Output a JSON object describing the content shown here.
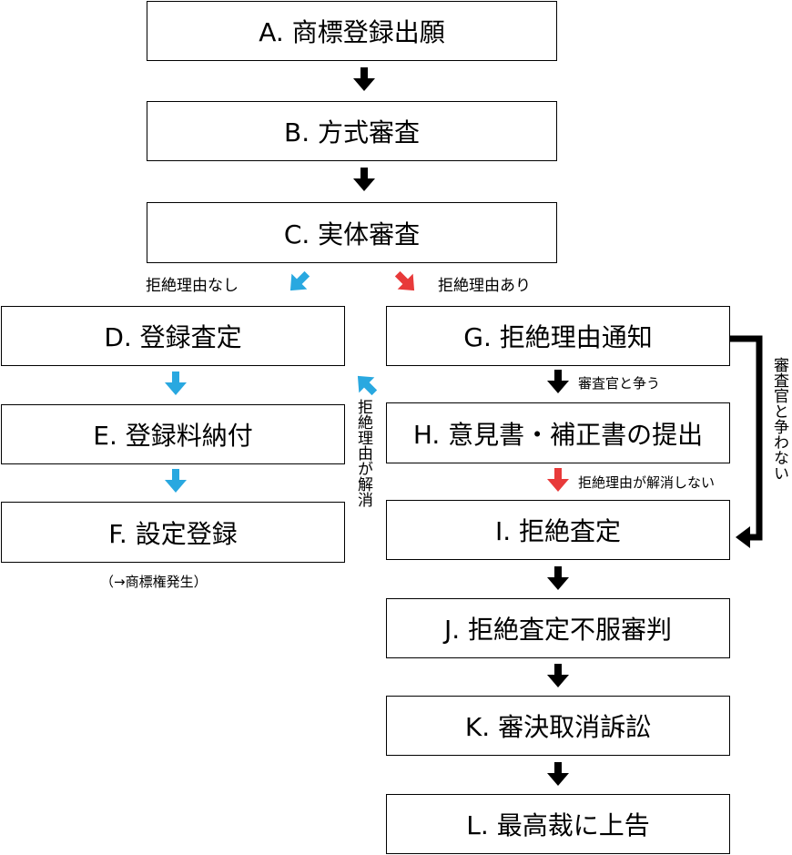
{
  "boxes": {
    "a": "A. 商標登録出願",
    "b": "B. 方式審査",
    "c": "C. 実体審査",
    "d": "D. 登録査定",
    "e": "E. 登録料納付",
    "f": "F. 設定登録",
    "g": "G. 拒絶理由通知",
    "h": "H. 意見書・補正書の提出",
    "i": "I. 拒絶査定",
    "j": "J. 拒絶査定不服審判",
    "k": "K. 審決取消訴訟",
    "l": "L. 最高裁に上告"
  },
  "labels": {
    "no_reason": "拒絶理由なし",
    "has_reason": "拒絶理由あり",
    "contest": "審査官と争う",
    "not_resolved": "拒絶理由が解消しない",
    "trademark_right": "（→商標権発生）",
    "resolved_vertical": "拒絶理由が解消",
    "no_contest_vertical": "審査官と争わない"
  },
  "colors": {
    "black": "#000000",
    "blue": "#29a8e0",
    "red": "#e83a3a"
  }
}
